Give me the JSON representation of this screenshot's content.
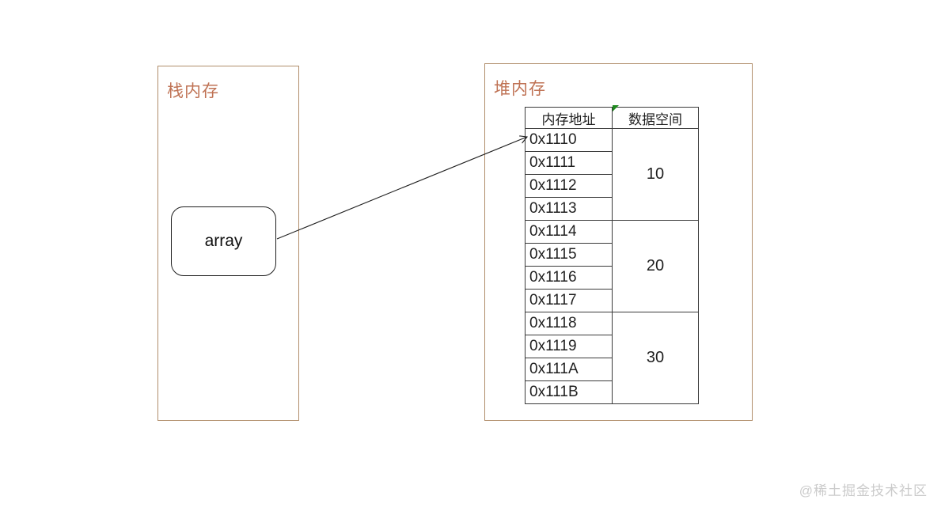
{
  "stack": {
    "title": "栈内存",
    "node_label": "array"
  },
  "heap": {
    "title": "堆内存"
  },
  "table": {
    "headers": [
      "内存地址",
      "数据空间"
    ],
    "groups": [
      {
        "value": "10",
        "addresses": [
          "0x1110",
          "0x1111",
          "0x1112",
          "0x1113"
        ]
      },
      {
        "value": "20",
        "addresses": [
          "0x1114",
          "0x1115",
          "0x1116",
          "0x1117"
        ]
      },
      {
        "value": "30",
        "addresses": [
          "0x1118",
          "0x1119",
          "0x111A",
          "0x111B"
        ]
      }
    ]
  },
  "watermark": "@稀土掘金技术社区",
  "colors": {
    "region_border": "#b18e6b",
    "region_title": "#bf7254",
    "table_border": "#3a3a3a",
    "text": "#1f1f1f",
    "corner_flag_green": "#1f8a1f",
    "watermark_gray": "#cbcbcb",
    "background": "#ffffff"
  }
}
